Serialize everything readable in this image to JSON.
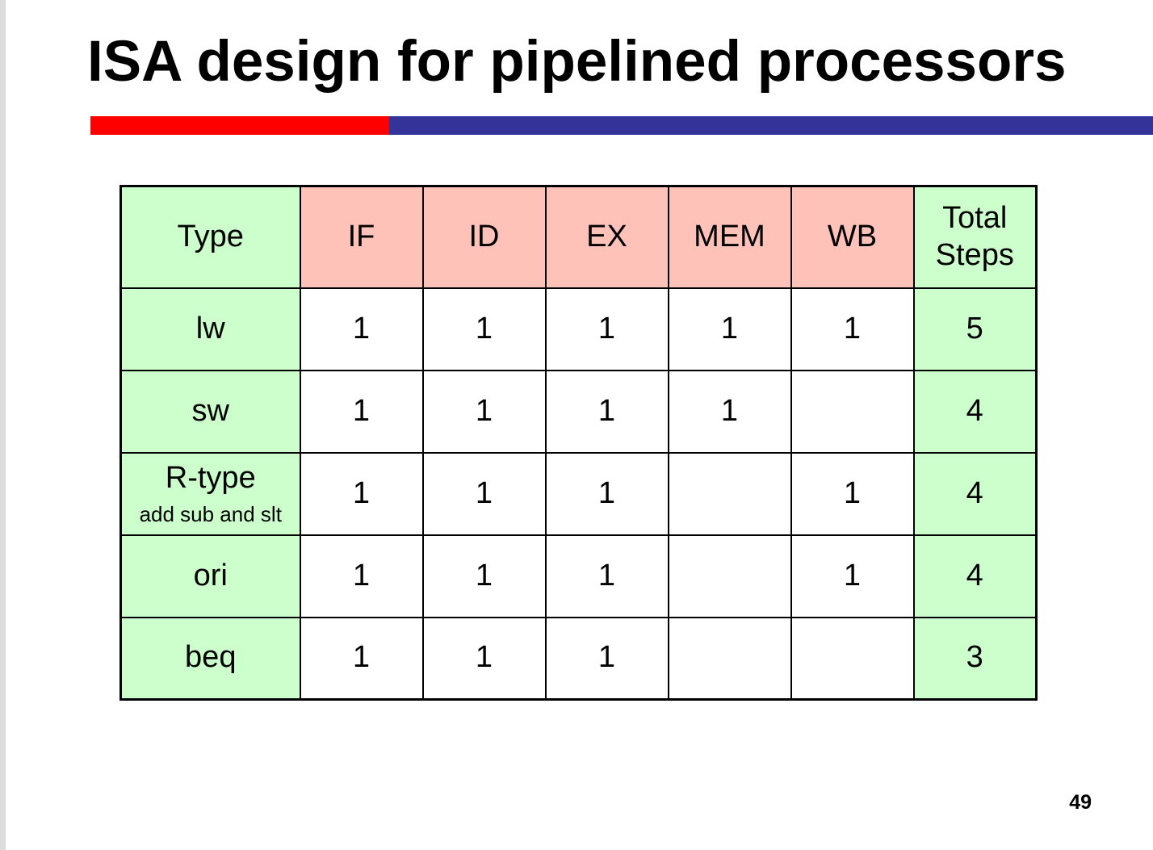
{
  "slide": {
    "title": "ISA design for pipelined processors",
    "page_number": "49"
  },
  "colors": {
    "title_bar_red": "#ff0000",
    "title_bar_blue": "#333399",
    "type_column_fill": "#ccffcc",
    "stage_header_fill": "#ffc2b8",
    "body_fill": "#ffffff",
    "border": "#000000"
  },
  "table": {
    "header": {
      "type": "Type",
      "stages": [
        "IF",
        "ID",
        "EX",
        "MEM",
        "WB"
      ],
      "total_line1": "Total",
      "total_line2": "Steps"
    },
    "rows": [
      {
        "type": "lw",
        "subtitle": "",
        "stages": [
          "1",
          "1",
          "1",
          "1",
          "1"
        ],
        "total": "5"
      },
      {
        "type": "sw",
        "subtitle": "",
        "stages": [
          "1",
          "1",
          "1",
          "1",
          ""
        ],
        "total": "4"
      },
      {
        "type": "R-type",
        "subtitle": "add sub and slt",
        "stages": [
          "1",
          "1",
          "1",
          "",
          "1"
        ],
        "total": "4"
      },
      {
        "type": "ori",
        "subtitle": "",
        "stages": [
          "1",
          "1",
          "1",
          "",
          "1"
        ],
        "total": "4"
      },
      {
        "type": "beq",
        "subtitle": "",
        "stages": [
          "1",
          "1",
          "1",
          "",
          ""
        ],
        "total": "3"
      }
    ]
  }
}
